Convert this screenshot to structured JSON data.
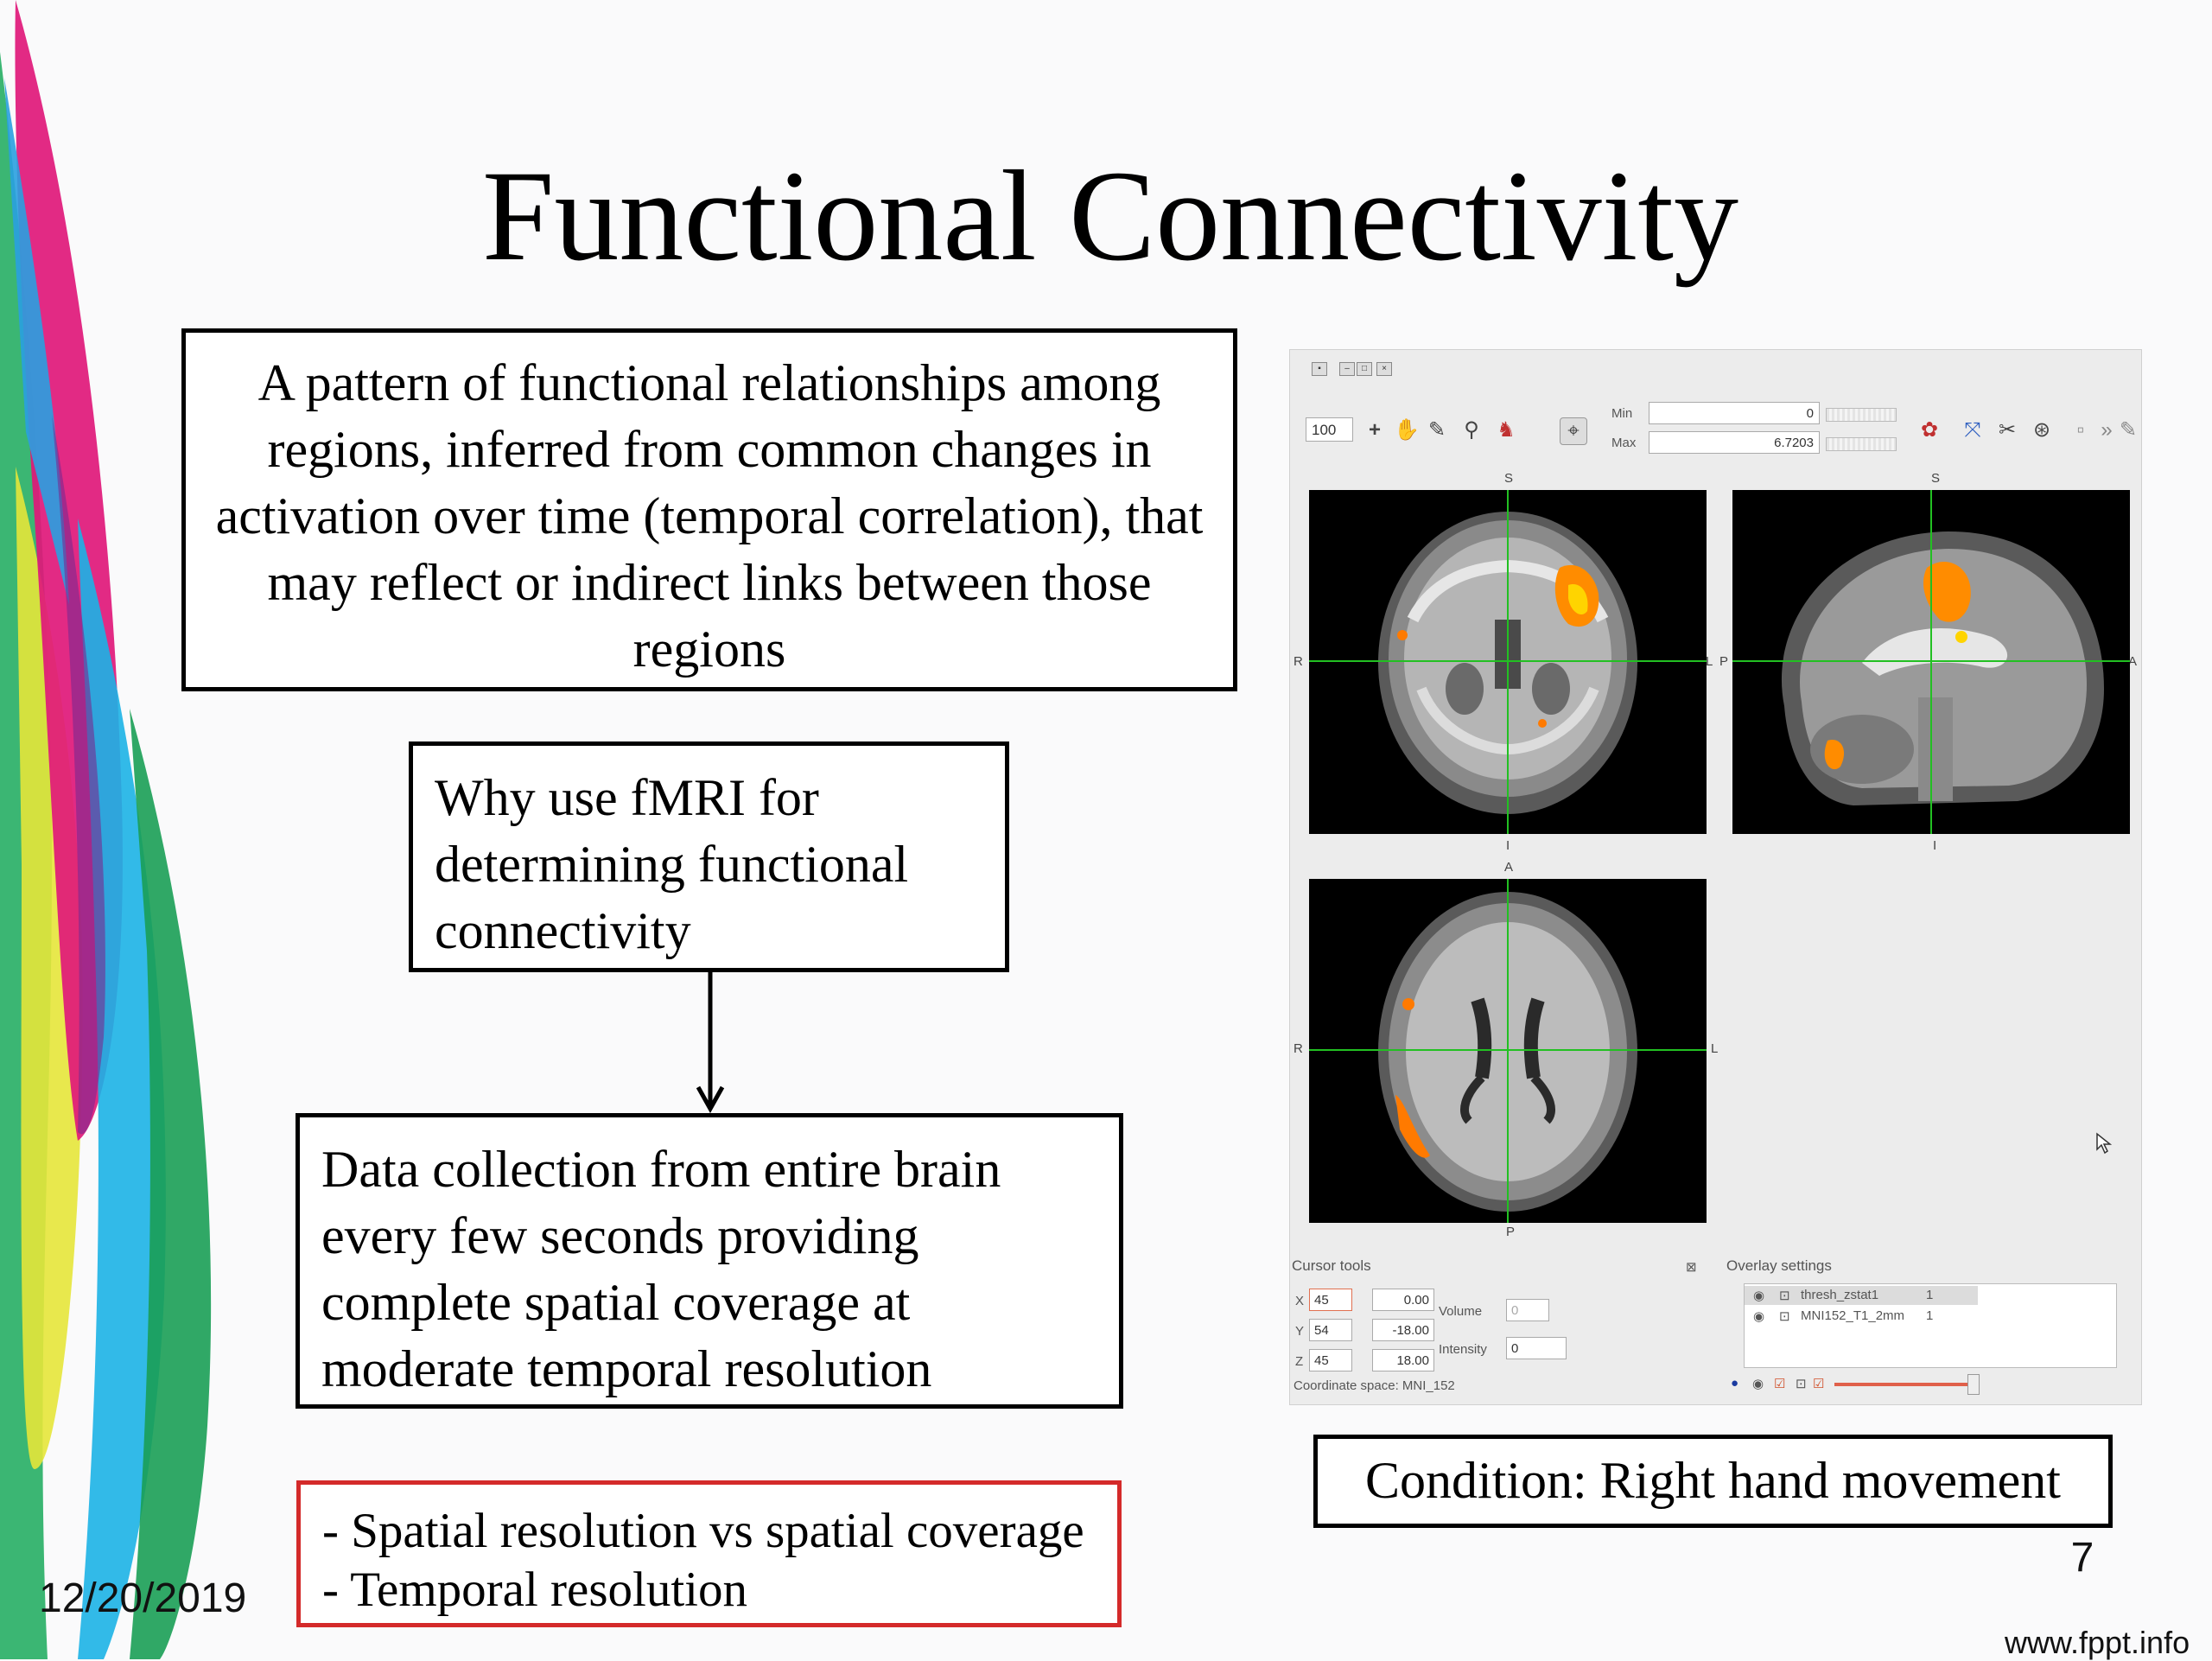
{
  "title": "Functional Connectivity",
  "definition": "A pattern of functional relationships among regions, inferred from common changes in activation over time (temporal correlation), that may reflect or indirect links between those regions",
  "why_lines": [
    "Why use fMRI for",
    "determining functional",
    "connectivity"
  ],
  "data_lines": [
    "Data collection from entire brain",
    "every few seconds providing",
    "complete spatial coverage at",
    "moderate temporal resolution"
  ],
  "notes": [
    "- Spatial resolution vs spatial coverage",
    "- Temporal resolution"
  ],
  "condition": "Condition: Right hand movement",
  "footer": {
    "date": "12/20/2019",
    "page_number": "7",
    "site": "www.fppt.info"
  },
  "viewer": {
    "zoom": "100",
    "min_label": "Min",
    "min_value": "0",
    "max_label": "Max",
    "max_value": "6.7203",
    "orientation": {
      "coronal": {
        "top": "S",
        "bottom": "I",
        "left": "R",
        "right": "L"
      },
      "sagittal": {
        "top": "S",
        "bottom": "I",
        "left": "P",
        "right": "A"
      },
      "axial": {
        "top": "A",
        "bottom": "P",
        "left": "R",
        "right": "L"
      }
    },
    "cursor_tools": {
      "title": "Cursor tools",
      "x_label": "X",
      "x_vox": "45",
      "x_mm": "0.00",
      "y_label": "Y",
      "y_vox": "54",
      "y_mm": "-18.00",
      "z_label": "Z",
      "z_vox": "45",
      "z_mm": "18.00",
      "volume_label": "Volume",
      "volume_value": "0",
      "intensity_label": "Intensity",
      "intensity_value": "0",
      "coord_space": "Coordinate space: MNI_152"
    },
    "overlay": {
      "title": "Overlay settings",
      "items": [
        {
          "name": "thresh_zstat1",
          "index": "1"
        },
        {
          "name": "MNI152_T1_2mm",
          "index": "1"
        }
      ]
    }
  },
  "colors": {
    "accent_red": "#d42a2a",
    "crosshair": "#22c022",
    "activation": "#ff8c00"
  }
}
